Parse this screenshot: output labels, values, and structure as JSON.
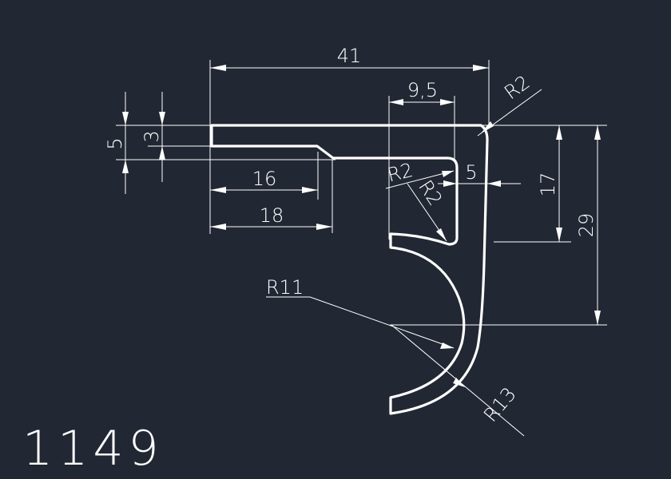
{
  "drawing": {
    "part_number": "1149",
    "dimensions": {
      "overall_width": "41",
      "top_inner_width": "9,5",
      "corner_radius_outer": "R2",
      "lip_thickness": "5",
      "step_height": "3",
      "step_length_16": "16",
      "step_length_18": "18",
      "inner_radius_a": "R2",
      "inner_radius_b": "R2",
      "wall_offset": "5",
      "height_17": "17",
      "height_29": "29",
      "curve_radius_inner": "R11",
      "curve_radius_outer": "R13"
    }
  },
  "colors": {
    "background": "#212733",
    "lines": "#ffffff"
  }
}
